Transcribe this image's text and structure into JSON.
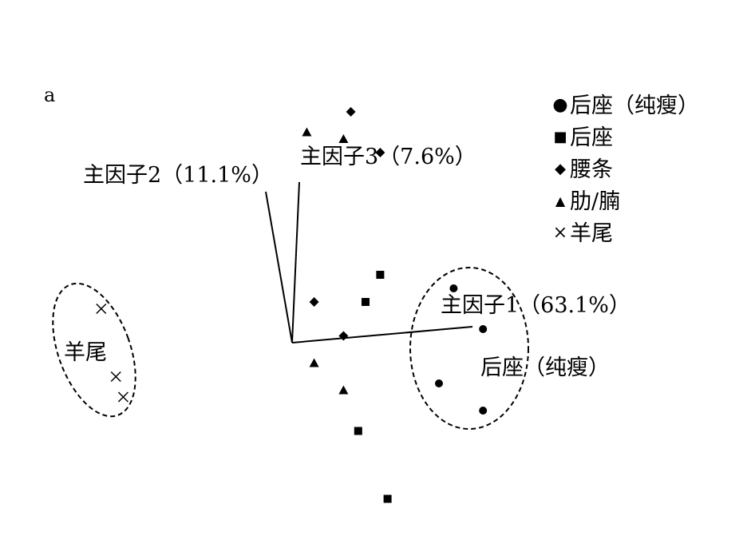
{
  "panel_label": "a",
  "axes": {
    "factor1": "主因子1（63.1%）",
    "factor2": "主因子2（11.1%）",
    "factor3": "主因子3（7.6%）"
  },
  "legend": [
    {
      "name": "后座（纯瘦）",
      "icon": "circle-icon"
    },
    {
      "name": "后座",
      "icon": "square-icon"
    },
    {
      "name": "腰条",
      "icon": "diamond-icon"
    },
    {
      "name": "肋/腩",
      "icon": "triangle-icon"
    },
    {
      "name": "羊尾",
      "icon": "cross-icon"
    }
  ],
  "cluster_labels": {
    "tail": "羊尾",
    "lean_rump": "后座（纯瘦）"
  },
  "chart_data": {
    "type": "scatter",
    "title": "",
    "projection": "3D factor score plot",
    "series": [
      {
        "name": "后座（纯瘦）",
        "marker": "circle",
        "points": [
          [
            2.2,
            0.8
          ],
          [
            2.6,
            0.2
          ],
          [
            2.0,
            -0.6
          ],
          [
            2.6,
            -1.0
          ]
        ]
      },
      {
        "name": "后座",
        "marker": "square",
        "points": [
          [
            1.2,
            1.0
          ],
          [
            1.0,
            0.6
          ],
          [
            0.9,
            -1.3
          ],
          [
            1.3,
            -2.3
          ]
        ]
      },
      {
        "name": "腰条",
        "marker": "diamond",
        "points": [
          [
            0.8,
            3.4
          ],
          [
            1.2,
            2.8
          ],
          [
            0.3,
            0.6
          ],
          [
            0.7,
            0.1
          ]
        ]
      },
      {
        "name": "肋/腩",
        "marker": "triangle",
        "points": [
          [
            0.2,
            3.1
          ],
          [
            0.7,
            3.0
          ],
          [
            0.3,
            -0.3
          ],
          [
            0.7,
            -0.7
          ]
        ]
      },
      {
        "name": "羊尾",
        "marker": "cross",
        "points": [
          [
            -2.6,
            0.5
          ],
          [
            -2.4,
            -0.5
          ],
          [
            -2.3,
            -0.8
          ]
        ]
      }
    ],
    "clusters": [
      "羊尾",
      "后座（纯瘦）"
    ],
    "legend_position": "top-right",
    "grid": false
  }
}
